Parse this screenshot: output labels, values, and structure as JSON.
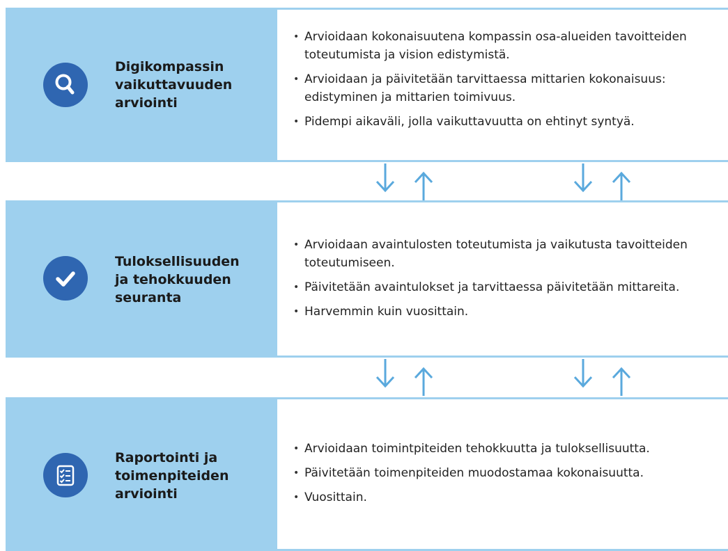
{
  "colors": {
    "band": "#9ed0ee",
    "icon_circle": "#2f66b1",
    "arrow": "#5aa9dd",
    "title_text": "#1a1a1a",
    "body_text": "#222222"
  },
  "stages": [
    {
      "icon": "magnifier-icon",
      "title": "Digikompassin\nvaikuttavuuden\narviointi",
      "bullets": [
        "Arvioidaan kokonaisuutena kompassin osa-alueiden tavoitteiden toteutumista ja vision edistymistä.",
        "Arvioidaan  ja päivitetään tarvittaessa mittarien kokonaisuus: edistyminen ja mittarien toimivuus.",
        "Pidempi aikaväli, jolla vaikuttavuutta on ehtinyt syntyä."
      ]
    },
    {
      "icon": "checkmark-icon",
      "title": "Tuloksellisuuden\nja tehokkuuden\nseuranta",
      "bullets": [
        "Arvioidaan avaintulosten toteutumista ja vaikutusta tavoitteiden toteutumiseen.",
        "Päivitetään avaintulokset ja tarvittaessa päivitetään mittareita.",
        "Harvemmin kuin vuosittain."
      ]
    },
    {
      "icon": "checklist-icon",
      "title": "Raportointi ja\ntoimenpiteiden\narviointi",
      "bullets": [
        "Arvioidaan toimintpiteiden tehokkuutta ja tuloksellisuutta.",
        "Päivitetään toimenpiteiden muodostamaa kokonaisuutta.",
        "Vuosittain."
      ]
    }
  ]
}
